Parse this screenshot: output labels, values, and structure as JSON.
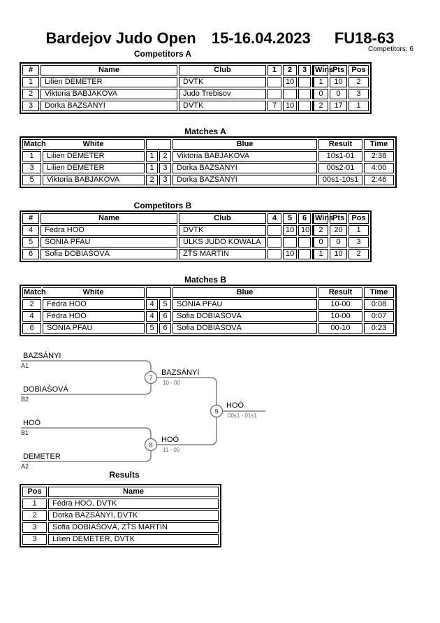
{
  "header": {
    "event": "Bardejov Judo Open",
    "date": "15-16.04.2023",
    "category": "FU18-63",
    "competitors_label": "Competitors: 6"
  },
  "competitors_a": {
    "title": "Competitors A",
    "headers": [
      "#",
      "Name",
      "Club",
      "1",
      "2",
      "3",
      "Wins",
      "Pts",
      "Pos"
    ],
    "rows": [
      [
        "1",
        "Lilien DEMETER",
        "DVTK",
        "",
        "10",
        "",
        "1",
        "10",
        "2"
      ],
      [
        "2",
        "Viktoria BABJAKOVA",
        "Judo Trebisov",
        "",
        "",
        "",
        "0",
        "0",
        "3"
      ],
      [
        "3",
        "Dorka BAZSÁNYI",
        "DVTK",
        "7",
        "10",
        "",
        "2",
        "17",
        "1"
      ]
    ]
  },
  "matches_a": {
    "title": "Matches A",
    "headers": [
      "Match",
      "White",
      "Blue",
      "Result",
      "Time"
    ],
    "rows": [
      [
        "1",
        "Lilien DEMETER",
        "1",
        "2",
        "Viktoria BABJAKOVA",
        "10s1-01",
        "2:38"
      ],
      [
        "3",
        "Lilien DEMETER",
        "1",
        "3",
        "Dorka BAZSÁNYI",
        "00s2-01",
        "4:00"
      ],
      [
        "5",
        "Viktoria BABJAKOVA",
        "2",
        "3",
        "Dorka BAZSÁNYI",
        "00s1-10s1",
        "2:46"
      ]
    ]
  },
  "competitors_b": {
    "title": "Competitors B",
    "headers": [
      "#",
      "Name",
      "Club",
      "4",
      "5",
      "6",
      "Wins",
      "Pts",
      "Pos"
    ],
    "rows": [
      [
        "4",
        "Fédra HOÓ",
        "DVTK",
        "",
        "10",
        "10",
        "2",
        "20",
        "1"
      ],
      [
        "5",
        "SONIA PFAU",
        "ULKS JUDO KOWALA",
        "",
        "",
        "",
        "0",
        "0",
        "3"
      ],
      [
        "6",
        "Sofia DOBIAŠOVÁ",
        "ZŤS MARTIN",
        "",
        "10",
        "",
        "1",
        "10",
        "2"
      ]
    ]
  },
  "matches_b": {
    "title": "Matches B",
    "headers": [
      "Match",
      "White",
      "Blue",
      "Result",
      "Time"
    ],
    "rows": [
      [
        "2",
        "Fédra HOÓ",
        "4",
        "5",
        "SONIA PFAU",
        "10-00",
        "0:08"
      ],
      [
        "4",
        "Fédra HOÓ",
        "4",
        "6",
        "Sofia DOBIAŠOVÁ",
        "10-00",
        "0:07"
      ],
      [
        "6",
        "SONIA PFAU",
        "5",
        "6",
        "Sofia DOBIAŠOVÁ",
        "00-10",
        "0:23"
      ]
    ]
  },
  "bracket": {
    "slot1": {
      "name": "BAZSÁNYI",
      "seed": "A1"
    },
    "slot2": {
      "name": "DOBIAŠOVÁ",
      "seed": "B2"
    },
    "slot3": {
      "name": "HOÓ",
      "seed": "B1"
    },
    "slot4": {
      "name": "DEMETER",
      "seed": "A2"
    },
    "match7": {
      "number": "7",
      "winner": "BAZSÁNYI",
      "result": "10 - 00"
    },
    "match8": {
      "number": "8",
      "winner": "HOÓ",
      "result": "11 - 00"
    },
    "match9": {
      "number": "9",
      "winner": "HOÓ",
      "result": "00s1 - 01s1"
    }
  },
  "results": {
    "title": "Results",
    "headers": [
      "Pos",
      "Name"
    ],
    "rows": [
      [
        "1",
        "Fédra HOÓ, DVTK"
      ],
      [
        "2",
        "Dorka BAZSÁNYI, DVTK"
      ],
      [
        "3",
        "Sofia DOBIAŠOVÁ, ZŤS MARTIN"
      ],
      [
        "3",
        "Lilien DEMETER, DVTK"
      ]
    ]
  },
  "colors": {
    "bracket_line": "#808080",
    "result_text": "#666666",
    "table_border": "#000000"
  }
}
